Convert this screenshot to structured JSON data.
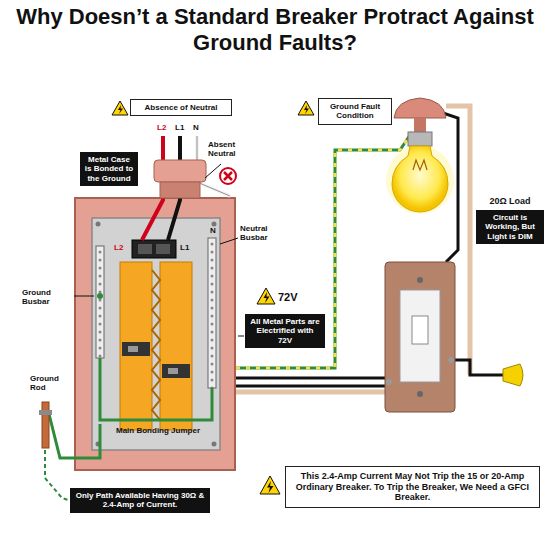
{
  "diagram": {
    "title": "Why Doesn’t a Standard Breaker Protract Against Ground Faults?",
    "nodes": [
      {
        "text": [
          "Absence of Neutral"
        ]
      },
      {
        "text": [
          "Metal Case is Bonded to the Ground"
        ]
      },
      {
        "text": [
          "All Metal Parts are Electrified with 72V"
        ]
      },
      {
        "text": [
          "Only Path Available Having 30Ω & 2.4-Amp of Current."
        ]
      },
      {
        "text": [
          "Ground Fault Condition"
        ]
      },
      {
        "text": [
          "20Ω Load",
          "Circuit is Working, But Light is DIM"
        ]
      },
      {
        "text": [
          "This 2.4-Amp Current May Not Trip the 15 or 20-Amp Ordinary Breaker. To Trip the Breaker, We Need a GFCI Breaker."
        ]
      }
    ],
    "labels": [
      "L2",
      "L1",
      "N",
      "Absent Neutral",
      "Neutral Busbar",
      "L2",
      "L1",
      "N",
      "Ground Busbar",
      "72V",
      "Ground Rod",
      "Main Bonding Jumper"
    ]
  }
}
